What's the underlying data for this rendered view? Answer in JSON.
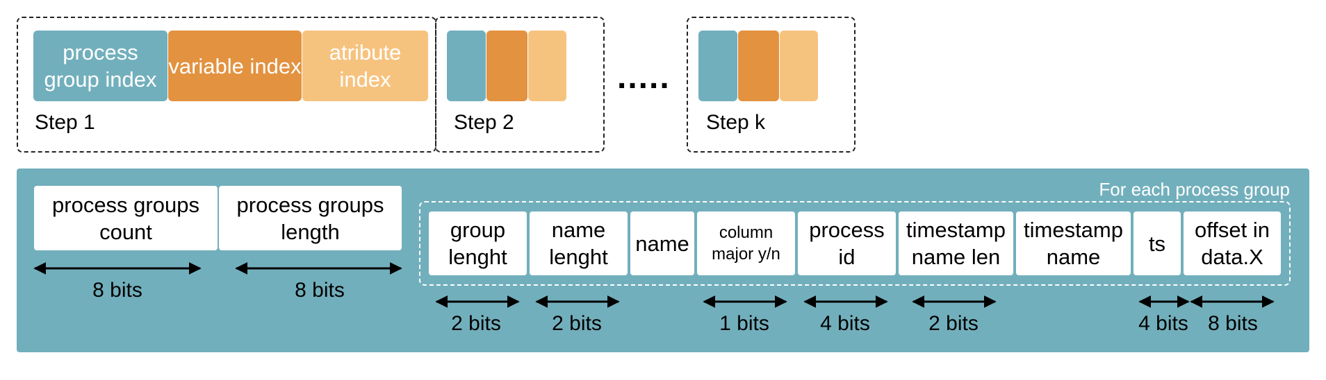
{
  "steps": {
    "step1": {
      "label": "Step 1",
      "blocks": [
        "process group index",
        "variable index",
        "atribute index"
      ]
    },
    "step2": {
      "label": "Step 2"
    },
    "stepk": {
      "label": "Step k"
    },
    "ellipsis": "....."
  },
  "panel": {
    "caption": "For each process group",
    "header_fields": [
      {
        "label": "process groups count",
        "bits": "8 bits"
      },
      {
        "label": "process groups length",
        "bits": "8 bits"
      }
    ],
    "fields": [
      {
        "label": "group lenght",
        "bits": "2 bits"
      },
      {
        "label": "name lenght",
        "bits": "2 bits"
      },
      {
        "label": "name",
        "bits": ""
      },
      {
        "label": "column major y/n",
        "bits": "1 bits"
      },
      {
        "label": "process id",
        "bits": "4 bits"
      },
      {
        "label": "timestamp name len",
        "bits": "2 bits"
      },
      {
        "label": "timestamp name",
        "bits": ""
      },
      {
        "label": "ts",
        "bits": "4 bits"
      },
      {
        "label": "offset in data.X",
        "bits": "8 bits"
      }
    ]
  },
  "colors": {
    "teal": "#72afbc",
    "orange": "#e39240",
    "peach": "#f6c37f"
  }
}
